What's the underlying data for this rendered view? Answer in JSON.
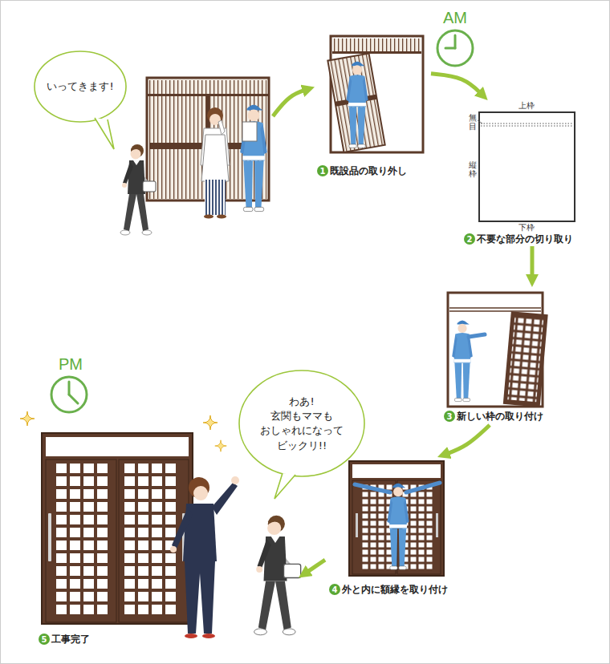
{
  "diagram": {
    "nodes": [
      {
        "text": [
          "いってきます!"
        ]
      },
      {
        "text": [
          "1",
          "既設品の取り外し"
        ]
      },
      {
        "text": [
          "2",
          "不要な部分の切り取り"
        ]
      },
      {
        "text": [
          "3",
          "新しい枠の取り付け"
        ]
      },
      {
        "text": [
          "4",
          "外と内に額縁を取り付け"
        ]
      },
      {
        "text": [
          "5",
          "工事完了"
        ]
      },
      {
        "text": [
          "わあ! 玄関もママも おしゃれになって ビックリ!!"
        ]
      }
    ],
    "edges": [
      {
        "from": 0,
        "to": 1,
        "arrow": "to"
      },
      {
        "from": 1,
        "to": 2,
        "arrow": "to"
      },
      {
        "from": 2,
        "to": 3,
        "arrow": "to"
      },
      {
        "from": 3,
        "to": 4,
        "arrow": "to"
      },
      {
        "from": 4,
        "to": 5,
        "arrow": "to"
      }
    ],
    "labels": [
      "AM",
      "上枠",
      "無目",
      "縦枠",
      "下枠",
      "PM"
    ]
  }
}
